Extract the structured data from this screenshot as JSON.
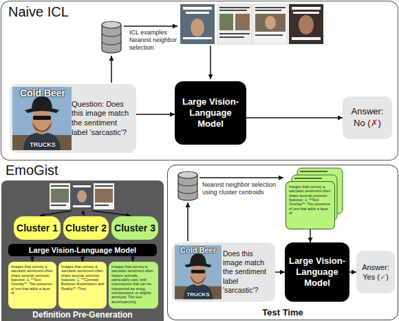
{
  "diagram": {
    "nodes": [
      {
        "text": [
          "Naive ICL"
        ]
      },
      {
        "text": [
          "Question: Does this image match the sentiment label 'sarcastic'?"
        ],
        "in": 0
      },
      {
        "text": [
          "Large Vision-Language Model"
        ],
        "in": 0
      },
      {
        "text": [
          "Answer: No (✗)"
        ],
        "in": 0
      },
      {
        "text": [
          "Definition Pre-Generation"
        ]
      },
      {
        "text": [
          "Cluster 1"
        ],
        "in": 4
      },
      {
        "text": [
          "Cluster 2"
        ],
        "in": 4
      },
      {
        "text": [
          "Cluster 3"
        ],
        "in": 4
      },
      {
        "text": [
          "Large Vision-Language Model"
        ],
        "in": 4
      },
      {
        "text": [
          "Images that convey a sarcastic sentiment often share several common features: 1. **Text Overlay**: The presence of text that adds a layer of"
        ],
        "in": 4
      },
      {
        "text": [
          "Images that convey a sarcastic sentiment often share several common features: 1. **Contrast Between Expectation and Reality**: They"
        ],
        "in": 4
      },
      {
        "text": [
          "Images that convey a sarcastic sentiment often feature animals, particularly cats, with expressions that can be interpreted as smug, unimpressed, or slightly annoyed. The text accompanying"
        ],
        "in": 4
      },
      {
        "text": [
          "Test Time"
        ]
      },
      {
        "text": [
          "Images that convey a sarcastic sentiment often share several common features: 1. **Text Overlay**: The presence of text that adds a layer of"
        ],
        "in": 12
      },
      {
        "text": [
          "Does this image match the sentiment label 'sarcastic'?"
        ],
        "in": 12
      },
      {
        "text": [
          "Large Vision-Language Model"
        ],
        "in": 12
      },
      {
        "text": [
          "Answer: Yes (✓)"
        ],
        "in": 12
      }
    ],
    "edges": [
      {
        "from": 1,
        "to": 2,
        "arrow": "to"
      },
      {
        "from": 2,
        "to": 3,
        "arrow": "to"
      },
      {
        "from": 8,
        "to": 9,
        "arrow": "to"
      },
      {
        "from": 8,
        "to": 10,
        "arrow": "to"
      },
      {
        "from": 8,
        "to": 11,
        "arrow": "to"
      },
      {
        "from": 13,
        "to": 15,
        "arrow": "to"
      },
      {
        "from": 14,
        "to": 15,
        "arrow": "to"
      },
      {
        "from": 15,
        "to": 16,
        "arrow": "to"
      }
    ],
    "labels": [
      "ICL examples Nearest neighbor selection",
      "Cold Beer",
      "TRUCKS",
      "EmoGist",
      "Nearest neighbor selection using cluster centroids",
      "Cold Beer",
      "TRUCKS"
    ]
  }
}
